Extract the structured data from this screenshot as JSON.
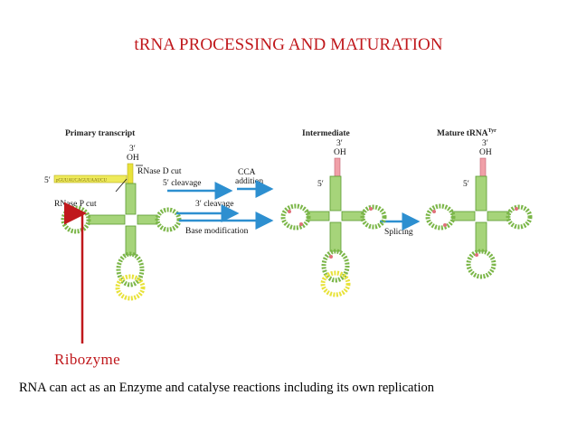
{
  "title": "tRNA PROCESSING AND MATURATION",
  "stages": {
    "primary": "Primary transcript",
    "intermediate": "Intermediate",
    "mature": "Mature tRNA",
    "mature_sup": "Tyr"
  },
  "ends": {
    "three_prime": "3′",
    "oh": "OH",
    "five_prime": "5′"
  },
  "leader_sequence": "pGUUAUCAGUUAAUCU",
  "steps": {
    "rnase_d": "RNase D cut",
    "rnase_p": "RNase P cut",
    "five_cleavage": "5′ cleavage",
    "three_cleavage": "3′ cleavage",
    "cca_1": "CCA",
    "cca_2": "addition",
    "base_mod": "Base modification",
    "splicing": "Splicing"
  },
  "annotation": "Ribozyme",
  "caption": "RNA can act as an Enzyme and catalyse reactions including its own replication",
  "colors": {
    "accent_red": "#c0181c",
    "arrow_blue": "#2d8fd0",
    "stem_green": "#7bb648",
    "leader_yellow": "#e8e23a",
    "modified_pink": "#e0707a"
  }
}
